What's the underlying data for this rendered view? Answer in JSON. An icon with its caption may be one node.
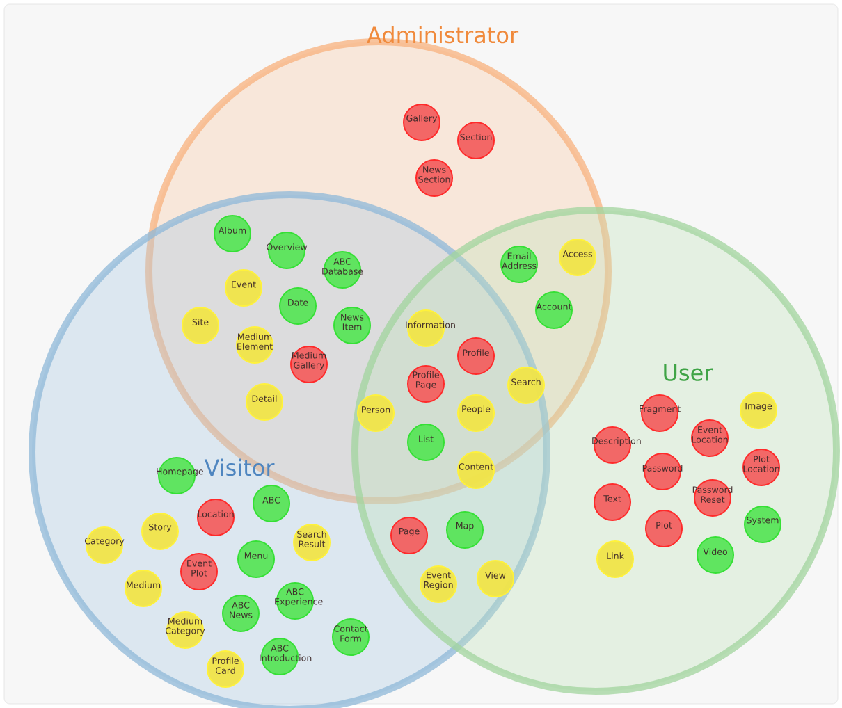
{
  "diagram": {
    "nodes": [
      {
        "text": [
          "Administrator"
        ]
      },
      {
        "text": [
          "Visitor"
        ]
      },
      {
        "text": [
          "User"
        ]
      },
      {
        "text": [
          "Gallery"
        ],
        "in": 0
      },
      {
        "text": [
          "Section"
        ],
        "in": 0
      },
      {
        "text": [
          "News Section"
        ],
        "in": 0
      },
      {
        "text": [
          "Album"
        ]
      },
      {
        "text": [
          "Overview"
        ]
      },
      {
        "text": [
          "ABC Database"
        ]
      },
      {
        "text": [
          "Event"
        ]
      },
      {
        "text": [
          "Date"
        ]
      },
      {
        "text": [
          "Site"
        ]
      },
      {
        "text": [
          "Medium Element"
        ]
      },
      {
        "text": [
          "News Item"
        ]
      },
      {
        "text": [
          "Medium Gallery"
        ]
      },
      {
        "text": [
          "Detail"
        ]
      },
      {
        "text": [
          "Email Address"
        ]
      },
      {
        "text": [
          "Access"
        ]
      },
      {
        "text": [
          "Account"
        ]
      },
      {
        "text": [
          "Information"
        ]
      },
      {
        "text": [
          "Profile"
        ]
      },
      {
        "text": [
          "Profile Page"
        ]
      },
      {
        "text": [
          "Search"
        ]
      },
      {
        "text": [
          "Person"
        ]
      },
      {
        "text": [
          "People"
        ]
      },
      {
        "text": [
          "List"
        ]
      },
      {
        "text": [
          "Content"
        ]
      },
      {
        "text": [
          "Homepage"
        ],
        "in": 1
      },
      {
        "text": [
          "ABC"
        ],
        "in": 1
      },
      {
        "text": [
          "Location"
        ],
        "in": 1
      },
      {
        "text": [
          "Story"
        ],
        "in": 1
      },
      {
        "text": [
          "Category"
        ],
        "in": 1
      },
      {
        "text": [
          "Search Result"
        ],
        "in": 1
      },
      {
        "text": [
          "Menu"
        ],
        "in": 1
      },
      {
        "text": [
          "Event Plot"
        ],
        "in": 1
      },
      {
        "text": [
          "Medium"
        ],
        "in": 1
      },
      {
        "text": [
          "ABC Experience"
        ],
        "in": 1
      },
      {
        "text": [
          "ABC News"
        ],
        "in": 1
      },
      {
        "text": [
          "Medium Category"
        ],
        "in": 1
      },
      {
        "text": [
          "Contact Form"
        ],
        "in": 1
      },
      {
        "text": [
          "ABC Introduction"
        ],
        "in": 1
      },
      {
        "text": [
          "Profile Card"
        ],
        "in": 1
      },
      {
        "text": [
          "Page"
        ]
      },
      {
        "text": [
          "Map"
        ]
      },
      {
        "text": [
          "Event Region"
        ]
      },
      {
        "text": [
          "View"
        ]
      },
      {
        "text": [
          "Fragment"
        ],
        "in": 2
      },
      {
        "text": [
          "Image"
        ],
        "in": 2
      },
      {
        "text": [
          "Description"
        ],
        "in": 2
      },
      {
        "text": [
          "Event Location"
        ],
        "in": 2
      },
      {
        "text": [
          "Password"
        ],
        "in": 2
      },
      {
        "text": [
          "Plot Location"
        ],
        "in": 2
      },
      {
        "text": [
          "Text"
        ],
        "in": 2
      },
      {
        "text": [
          "Password Reset"
        ],
        "in": 2
      },
      {
        "text": [
          "Plot"
        ],
        "in": 2
      },
      {
        "text": [
          "System"
        ],
        "in": 2
      },
      {
        "text": [
          "Link"
        ],
        "in": 2
      },
      {
        "text": [
          "Video"
        ],
        "in": 2
      }
    ]
  }
}
